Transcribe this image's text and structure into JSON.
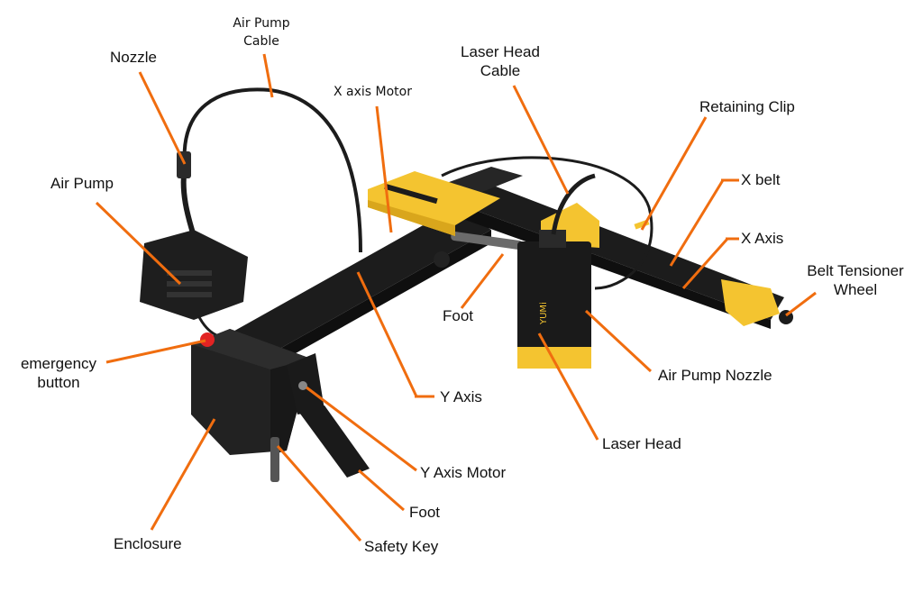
{
  "colors": {
    "leader": "#f06d0f",
    "frame": "#1c1c1c",
    "accent": "#f4c430",
    "text": "#111111"
  },
  "labels": {
    "air_pump_cable": "Air Pump\nCable",
    "nozzle": "Nozzle",
    "air_pump": "Air Pump",
    "emergency_button": "emergency\nbutton",
    "enclosure": "Enclosure",
    "safety_key": "Safety Key",
    "foot_bottom": "Foot",
    "y_axis_motor": "Y Axis Motor",
    "y_axis": "Y Axis",
    "x_axis_motor": "X axis Motor",
    "laser_head_cable": "Laser Head\nCable",
    "retaining_clip": "Retaining Clip",
    "x_belt": "X belt",
    "x_axis": "X Axis",
    "belt_tensioner_wheel": "Belt Tensioner\nWheel",
    "foot_center": "Foot",
    "air_pump_nozzle": "Air Pump Nozzle",
    "laser_head": "Laser Head"
  },
  "device": {
    "logo_text": "YUMi"
  }
}
